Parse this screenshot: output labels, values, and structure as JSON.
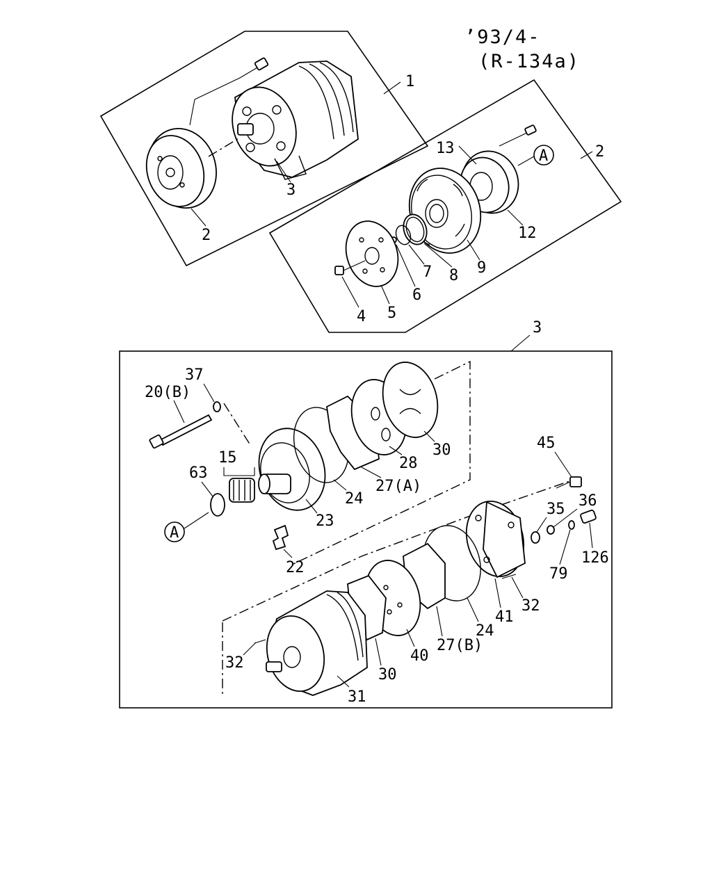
{
  "header": {
    "date_code": "’93/4-",
    "refrigerant": "(R-134a)"
  },
  "reference_marker": "A",
  "callouts": {
    "c1": "1",
    "c2a": "2",
    "c2b": "2",
    "c3a": "3",
    "c3b": "3",
    "c4": "4",
    "c5": "5",
    "c6": "6",
    "c7": "7",
    "c8": "8",
    "c9": "9",
    "c12": "12",
    "c13": "13",
    "c15": "15",
    "c20b": "20(B)",
    "c22": "22",
    "c23": "23",
    "c24a": "24",
    "c24b": "24",
    "c27a": "27(A)",
    "c27b": "27(B)",
    "c28": "28",
    "c30a": "30",
    "c30b": "30",
    "c31": "31",
    "c32a": "32",
    "c32b": "32",
    "c35": "35",
    "c36": "36",
    "c37": "37",
    "c40": "40",
    "c41": "41",
    "c45": "45",
    "c63": "63",
    "c79": "79",
    "c126": "126"
  }
}
